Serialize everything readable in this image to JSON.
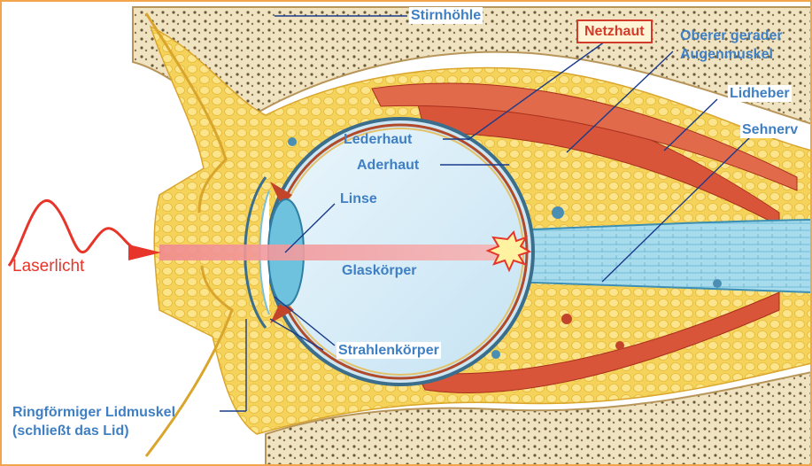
{
  "labels": {
    "stirnhoehle": "Stirnhöhle",
    "netzhaut": "Netzhaut",
    "oberer_line1": "Oberer gerader",
    "oberer_line2": "Augenmuskel",
    "lidheber": "Lidheber",
    "sehnerv": "Sehnerv",
    "lederhaut": "Lederhaut",
    "aderhaut": "Aderhaut",
    "linse": "Linse",
    "glaskoerper": "Glaskörper",
    "laserlicht": "Laserlicht",
    "strahlenkoerper": "Strahlenkörper",
    "ringfoermig_line1": "Ringförmiger Lidmuskel",
    "ringfoermig_line2": "(schließt das Lid)"
  },
  "colors": {
    "label_blue": "#3f7fc3",
    "laser_red": "#e8352a",
    "fat_yellow": "#f3cf4c",
    "muscle_red": "#d6502f",
    "nerve_blue": "#9fd6ea",
    "vitreous": "#d8ecf7",
    "bone": "#efe2bf",
    "frame_orange": "#f2a54a"
  }
}
